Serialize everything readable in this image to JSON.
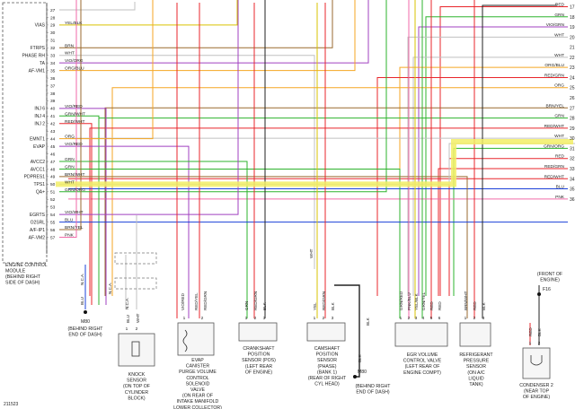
{
  "ecm": {
    "title_lines": [
      "ENGINE CONTROL",
      "MODULE",
      "(BEHIND RIGHT",
      "SIDE OF DASH)"
    ],
    "pins": [
      {
        "num": "27",
        "name": "",
        "color": ""
      },
      {
        "num": "28",
        "name": "",
        "color": ""
      },
      {
        "num": "29",
        "name": "VIAS",
        "color": "YEL/BLK"
      },
      {
        "num": "30",
        "name": "",
        "color": ""
      },
      {
        "num": "31",
        "name": "",
        "color": ""
      },
      {
        "num": "32",
        "name": "FTRPS",
        "color": "BRN"
      },
      {
        "num": "33",
        "name": "PHASE RH",
        "color": "WHT"
      },
      {
        "num": "34",
        "name": "TA",
        "color": "VIO/ORG"
      },
      {
        "num": "35",
        "name": "AF-VM1",
        "color": "ORG/BLU"
      },
      {
        "num": "36",
        "name": "",
        "color": ""
      },
      {
        "num": "37",
        "name": "",
        "color": ""
      },
      {
        "num": "38",
        "name": "",
        "color": ""
      },
      {
        "num": "39",
        "name": "",
        "color": ""
      },
      {
        "num": "40",
        "name": "INJ 6",
        "color": "VIO/RED"
      },
      {
        "num": "41",
        "name": "INJ 4",
        "color": "GRN/WHT"
      },
      {
        "num": "42",
        "name": "INJ 2",
        "color": "RED/WHT"
      },
      {
        "num": "43",
        "name": "",
        "color": ""
      },
      {
        "num": "44",
        "name": "EMNT1",
        "color": "ORG"
      },
      {
        "num": "45",
        "name": "EVAP",
        "color": "VIO/RED"
      },
      {
        "num": "46",
        "name": "",
        "color": ""
      },
      {
        "num": "47",
        "name": "AVCC2",
        "color": "GRN"
      },
      {
        "num": "48",
        "name": "AVCC1",
        "color": "GRN"
      },
      {
        "num": "49",
        "name": "PDPRES1",
        "color": "BRN/WHT"
      },
      {
        "num": "50",
        "name": "TPS1",
        "color": "WHT"
      },
      {
        "num": "51",
        "name": "QA+",
        "color": "GRN/ORG"
      },
      {
        "num": "52",
        "name": "",
        "color": ""
      },
      {
        "num": "53",
        "name": "",
        "color": ""
      },
      {
        "num": "54",
        "name": "EGRTS",
        "color": "VIO/WHT"
      },
      {
        "num": "55",
        "name": "O2SRL",
        "color": "BLU"
      },
      {
        "num": "56",
        "name": "A/F-IP1",
        "color": "BRN/YEL"
      },
      {
        "num": "57",
        "name": "AF-VM2",
        "color": "PNK"
      }
    ]
  },
  "right_pins": [
    {
      "num": "17",
      "color": "RED"
    },
    {
      "num": "18",
      "color": "GRN"
    },
    {
      "num": "19",
      "color": "VIO/GRN"
    },
    {
      "num": "20",
      "color": "WHT"
    },
    {
      "num": "21",
      "color": ""
    },
    {
      "num": "22",
      "color": "WHT"
    },
    {
      "num": "23",
      "color": "ORG/BLU"
    },
    {
      "num": "24",
      "color": "RED/GRN"
    },
    {
      "num": "25",
      "color": "ORG"
    },
    {
      "num": "26",
      "color": ""
    },
    {
      "num": "27",
      "color": "BRN/YEL"
    },
    {
      "num": "28",
      "color": "GRN"
    },
    {
      "num": "29",
      "color": "RED/WHT"
    },
    {
      "num": "30",
      "color": "WHT"
    },
    {
      "num": "31",
      "color": "GRN/ORG"
    },
    {
      "num": "32",
      "color": "RED"
    },
    {
      "num": "33",
      "color": "RED/GRN"
    },
    {
      "num": "34",
      "color": "RED/WHT"
    },
    {
      "num": "35",
      "color": "BLU"
    },
    {
      "num": "36",
      "color": "PNK"
    }
  ],
  "components": {
    "knock": {
      "lines": [
        "KNOCK",
        "SENSOR",
        "(ON TOP OF",
        "CYLINDER",
        "BLOCK)"
      ],
      "wires": [
        "BLU",
        "WHT"
      ],
      "pins": [
        "1",
        "2"
      ],
      "nca": "N.C.A."
    },
    "evap": {
      "lines": [
        "EVAP",
        "CANISTER",
        "PURGE VOLUME",
        "CONTROL",
        "SOLENOID",
        "VALVE",
        "(ON REAR OF",
        "INTAKE MANIFOLD",
        "LOWER COLLECTOR)"
      ],
      "wires": [
        "VIO/RED",
        "RED/YEL",
        "RED/GRN"
      ],
      "pins": [
        "1",
        "2"
      ]
    },
    "crank": {
      "lines": [
        "CRANKSHAFT",
        "POSITION",
        "SENSOR (POS)",
        "(LEFT REAR",
        "OF ENGINE)"
      ],
      "wires": [
        "GRN",
        "RED/GRN",
        "BLK"
      ],
      "pins": [
        "1",
        "2",
        "3"
      ]
    },
    "cam": {
      "lines": [
        "CAMSHAFT",
        "POSITION",
        "SENSOR",
        "(PHASE)",
        "(BANK 1)",
        "(REAR OF RIGHT",
        "CYL HEAD)"
      ],
      "wires": [
        "YEL",
        "RED/GRN",
        "BLK"
      ],
      "pins": [
        "1",
        "2",
        "3"
      ]
    },
    "egr": {
      "lines": [
        "EGR VOLUME",
        "CONTROL VALVE",
        "(LEFT REAR OF",
        "ENGINE COMPT)"
      ],
      "wires": [
        "GRN/RED",
        "PNK/BLU",
        "YEL/BLK",
        "GRN/YEL",
        "RED",
        "RED"
      ],
      "pins": [
        "1",
        "2",
        "3",
        "4",
        "5",
        "6"
      ]
    },
    "refrig": {
      "lines": [
        "REFRIGERANT",
        "PRESSURE",
        "SENSOR",
        "(ON A/C",
        "LIQUID",
        "TANK)"
      ],
      "wires": [
        "BRN/WHT",
        "RED",
        "BLK"
      ],
      "pins": [
        "1",
        "2",
        "3"
      ]
    },
    "condenser": {
      "lines": [
        "CONDENSER 2",
        "(NEAR TOP",
        "OF ENGINE)"
      ],
      "wires": [
        "RED",
        "BLK"
      ],
      "pins": [
        "1",
        "2"
      ]
    }
  },
  "grounds": {
    "m80a": {
      "id": "M80",
      "lines": [
        "(BEHIND RIGHT",
        "END OF DASH)"
      ],
      "wire": "BLU"
    },
    "m80b": {
      "id": "M80",
      "lines": [
        "(BEHIND RIGHT",
        "END OF DASH)"
      ],
      "wire": "BLK"
    },
    "f16": {
      "id": "F16",
      "lines": [
        "(FRONT OF",
        "ENGINE)"
      ]
    }
  },
  "labels": {
    "nca_left": "N.C.A.",
    "nca_mid": "N.C.A.",
    "wht_mid": "WHT",
    "blk_m80": "BLK",
    "diagram_id": "211523"
  },
  "colors": {
    "wht": "#c0c0c0",
    "red": "#e8262b",
    "grn": "#2db32d",
    "vio": "#a040c0",
    "org": "#f5a623",
    "blu": "#1a40d8",
    "brn": "#9a6a2f",
    "yel": "#d9c300",
    "pnk": "#f06aa8",
    "blk": "#222222",
    "highlight": "#f2ef66"
  }
}
